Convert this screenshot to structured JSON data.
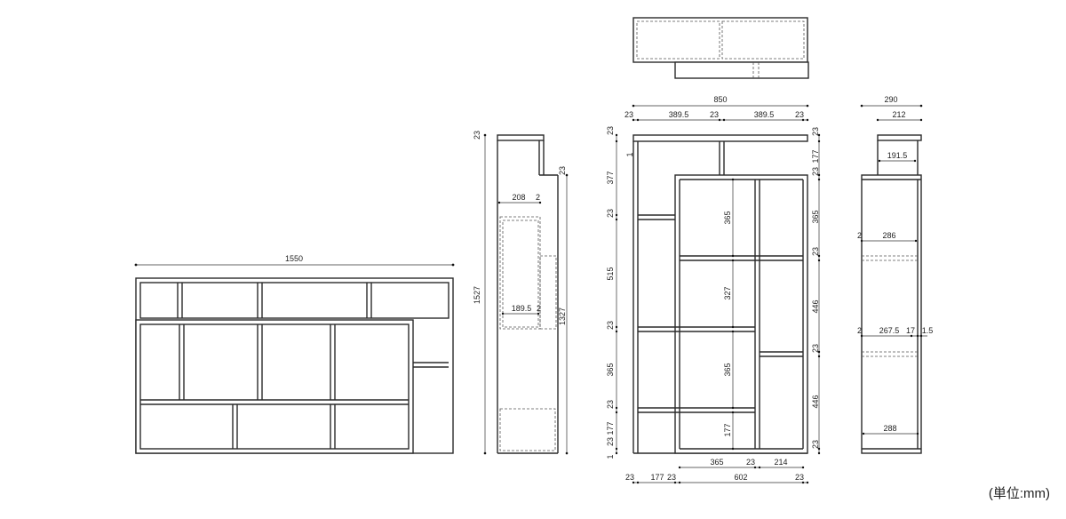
{
  "unit_label": "(単位:mm)",
  "front_view": {
    "overall_width": "1550"
  },
  "side_view": {
    "top": "23",
    "step": "23",
    "height": "1527",
    "inner_height": "1327",
    "upper_depth": "208",
    "upper_gap": "2",
    "lower_depth": "189.5",
    "lower_gap": "2"
  },
  "elevation": {
    "overall_width": "850",
    "top_left": "23",
    "bay_left": "389.5",
    "mid": "23",
    "bay_right": "389.5",
    "top_right": "23",
    "left_dims": [
      "23",
      "377",
      "23",
      "515",
      "23",
      "365",
      "23",
      "23",
      "177",
      "1",
      "1"
    ],
    "right_dims": [
      "23",
      "177",
      "23",
      "365",
      "23",
      "446",
      "23",
      "446",
      "23"
    ],
    "inner_vertical": [
      "365",
      "327",
      "365",
      "177"
    ],
    "bottom_inner": [
      "365",
      "23",
      "214"
    ],
    "bottom": [
      "23",
      "177",
      "23",
      "602",
      "23"
    ]
  },
  "right_side": {
    "depth": "290",
    "top_depth": "212",
    "top_inner": "191.5",
    "shelf1": "286",
    "shelf1_gap": "2",
    "shelf2": "267.5",
    "shelf2_gap_left": "2",
    "shelf2_a": "17",
    "shelf2_b": "1.5",
    "bottom": "288"
  }
}
